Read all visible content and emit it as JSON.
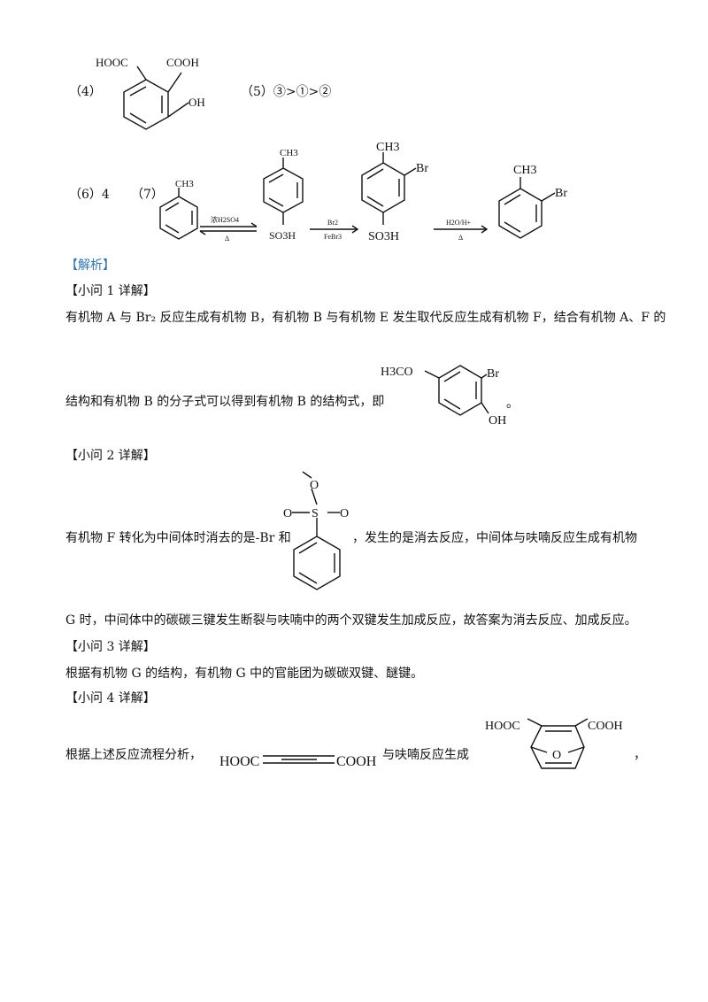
{
  "top": {
    "q4_label": "（4）",
    "q5_label": "（5）",
    "q5_answer": "③>①>②",
    "q6_label": "（6）4",
    "q7_label": "（7）",
    "q4_struct": {
      "hooc": "HOOC",
      "cooh": "COOH",
      "oh": "OH"
    },
    "route": {
      "toluene_ch3": "CH3",
      "step1_reagent": "浓H2SO4",
      "step1_condition": "Δ",
      "int1_ch3": "CH3",
      "int1_so3h": "SO3H",
      "step2_reagent": "Br2",
      "step2_condition": "FeBr3",
      "int2_ch3": "CH3",
      "int2_br": "Br",
      "int2_so3h": "SO3H",
      "step3_reagent": "H2O/H+",
      "step3_condition": "Δ",
      "product_ch3": "CH3",
      "product_br": "Br"
    }
  },
  "analysis": {
    "heading": "【解析】",
    "sub1": {
      "heading": "【小问 1 详解】",
      "line1": "有机物 A 与 Br₂ 反应生成有机物 B，有机物 B 与有机物 E 发生取代反应生成有机物 F，结合有机物 A、F 的",
      "line2": "结构和有机物 B 的分子式可以得到有机物 B 的结构式，即",
      "end_mark": "。",
      "struct": {
        "h3co": "H3CO",
        "br": "Br",
        "oh": "OH"
      }
    },
    "sub2": {
      "heading": "【小问 2 详解】",
      "line1_a": "有机物 F 转化为中间体时消去的是-Br 和",
      "line1_b": "，发生的是消去反应，中间体与呋喃反应生成有机物",
      "line2": "G 时，中间体中的碳碳三键发生断裂与呋喃中的两个双键发生加成反应，故答案为消去反应、加成反应。",
      "struct": {
        "o_top": "O",
        "s": "S",
        "o_left": "O",
        "o_right": "O"
      }
    },
    "sub3": {
      "heading": "【小问 3 详解】",
      "line1": "根据有机物 G 的结构，有机物 G 中的官能团为碳碳双键、醚键。"
    },
    "sub4": {
      "heading": "【小问 4 详解】",
      "line1_a": "根据上述反应流程分析，",
      "line1_b": "与呋喃反应生成",
      "line1_end": "，",
      "alkyne": {
        "left": "HOOC",
        "right": "COOH"
      },
      "adduct": {
        "left": "HOOC",
        "right": "COOH",
        "o": "O"
      }
    }
  }
}
